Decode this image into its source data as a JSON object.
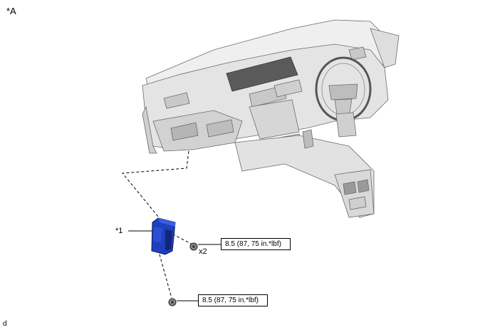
{
  "diagram": {
    "view_label": "*A",
    "part_callout": "*1",
    "bolt_quantity": "x2",
    "torque_upper": "8.5 (87, 75 in.*lbf)",
    "torque_lower": "8.5 (87, 75 in.*lbf)",
    "figure_code": "d",
    "colors": {
      "component": "#1f3fbf",
      "component_dark": "#12277a",
      "dashboard": "#e6e6e6",
      "outline": "#6b6b6b"
    },
    "icons": [
      "dashboard-illustration",
      "bracket-module",
      "bolt-icon"
    ]
  }
}
